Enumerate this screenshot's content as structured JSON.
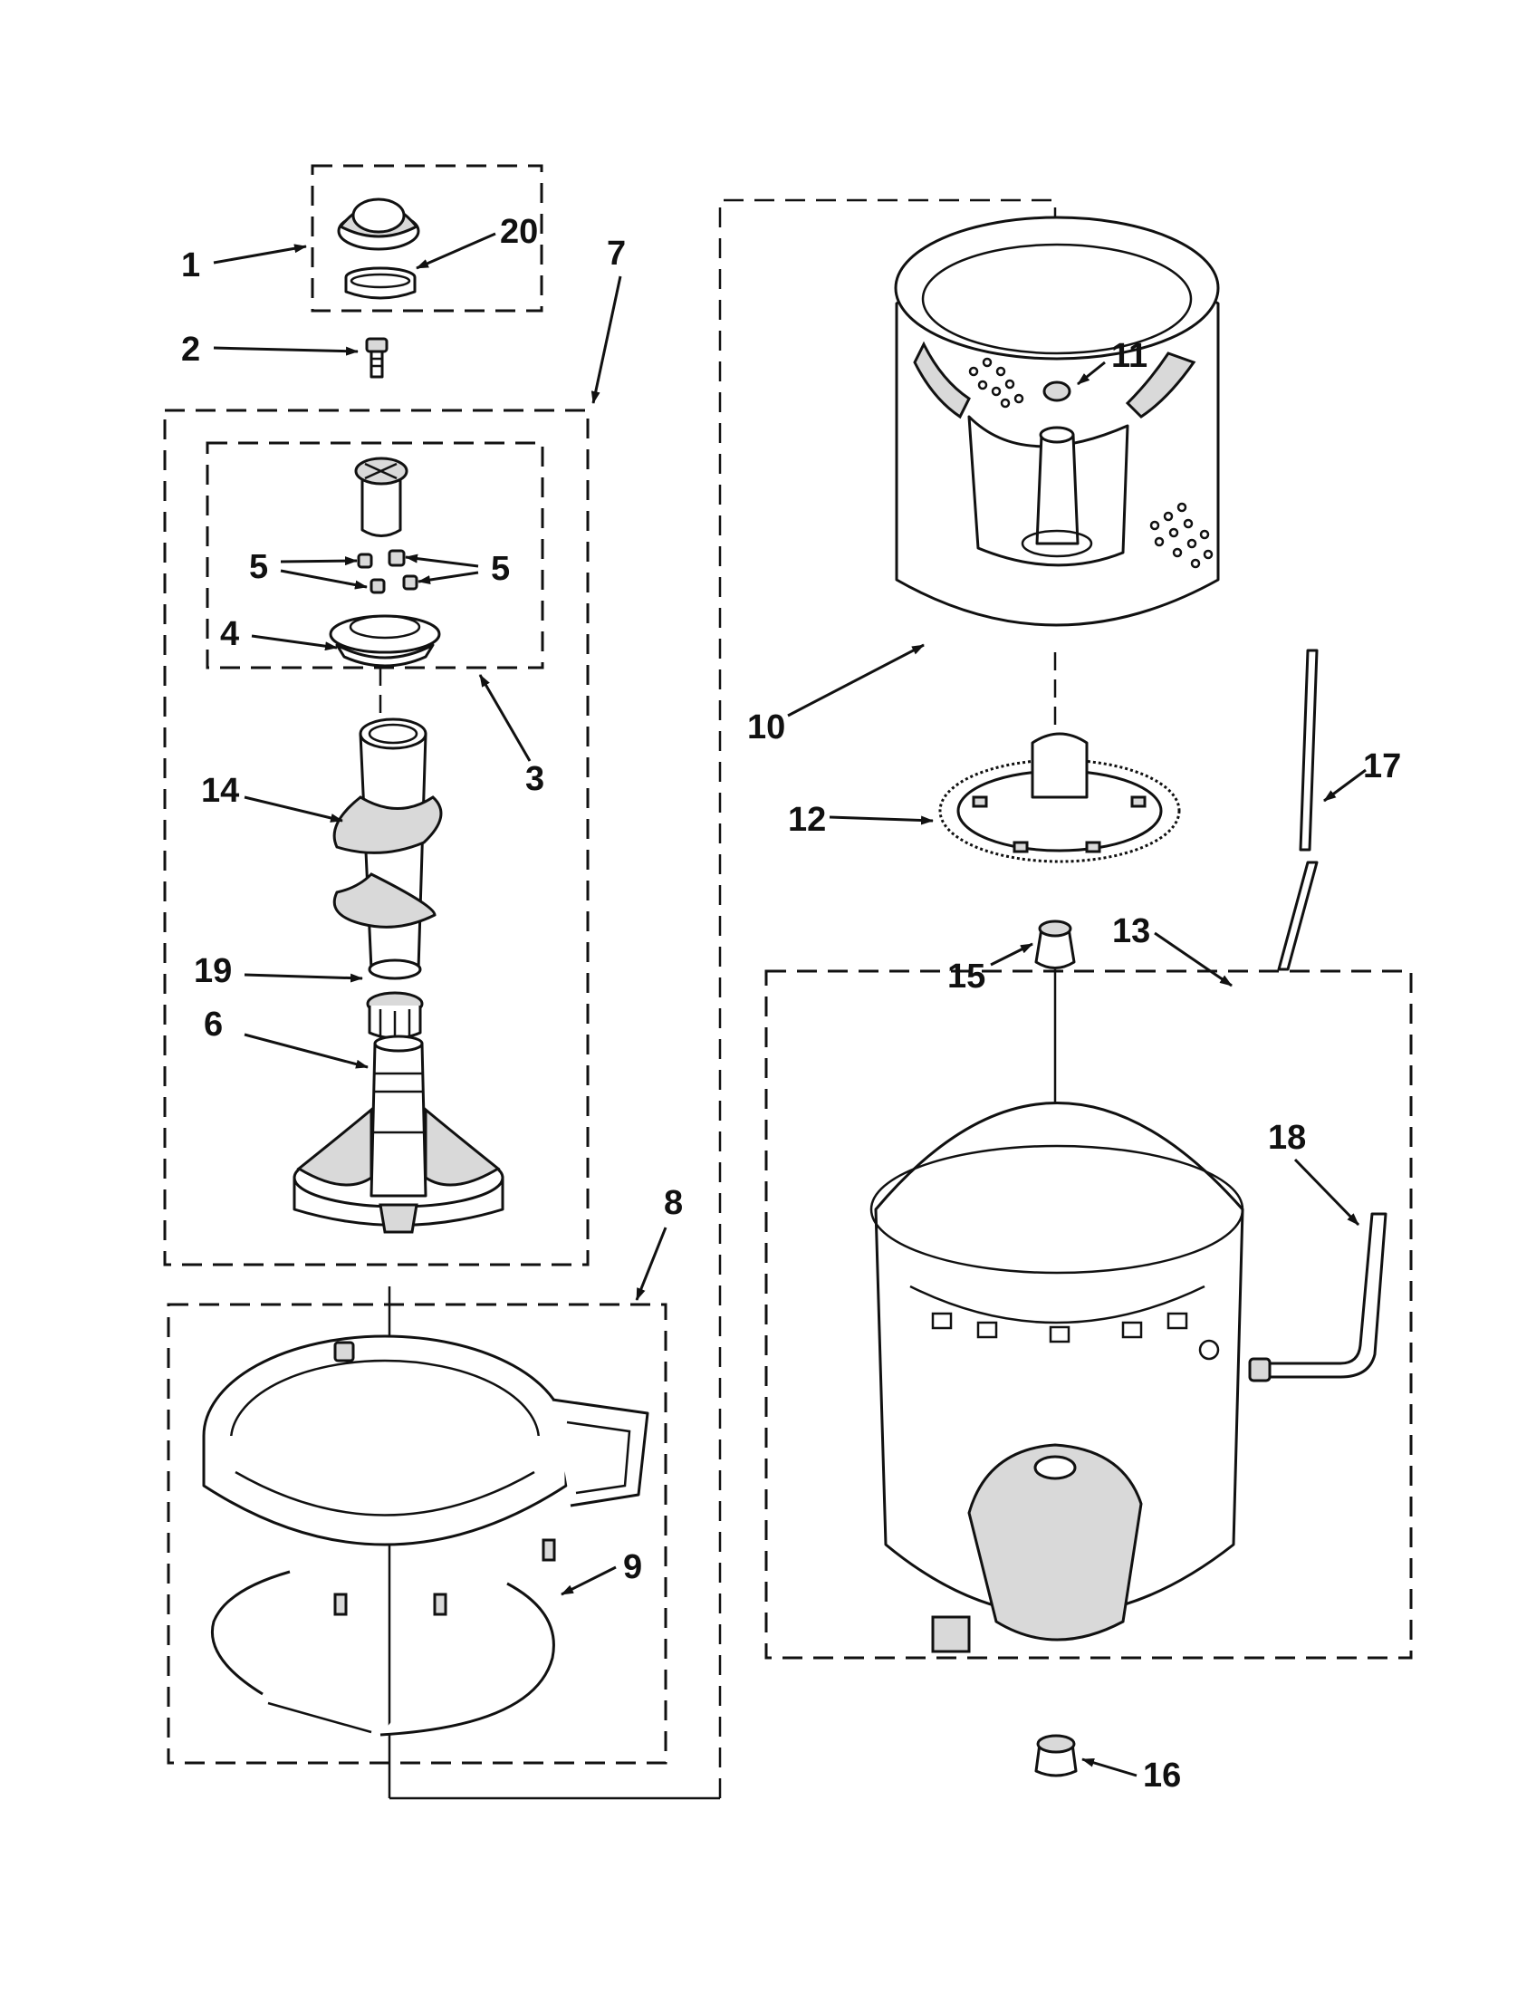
{
  "callouts": {
    "c1": "1",
    "c2": "2",
    "c3": "3",
    "c4": "4",
    "c5a": "5",
    "c5b": "5",
    "c6": "6",
    "c7": "7",
    "c8": "8",
    "c9": "9",
    "c10": "10",
    "c11": "11",
    "c12": "12",
    "c13": "13",
    "c14": "14",
    "c15": "15",
    "c16": "16",
    "c17": "17",
    "c18": "18",
    "c19": "19",
    "c20": "20"
  },
  "colors": {
    "line": "#111111",
    "shade": "#d9d9d9",
    "background": "#ffffff"
  }
}
